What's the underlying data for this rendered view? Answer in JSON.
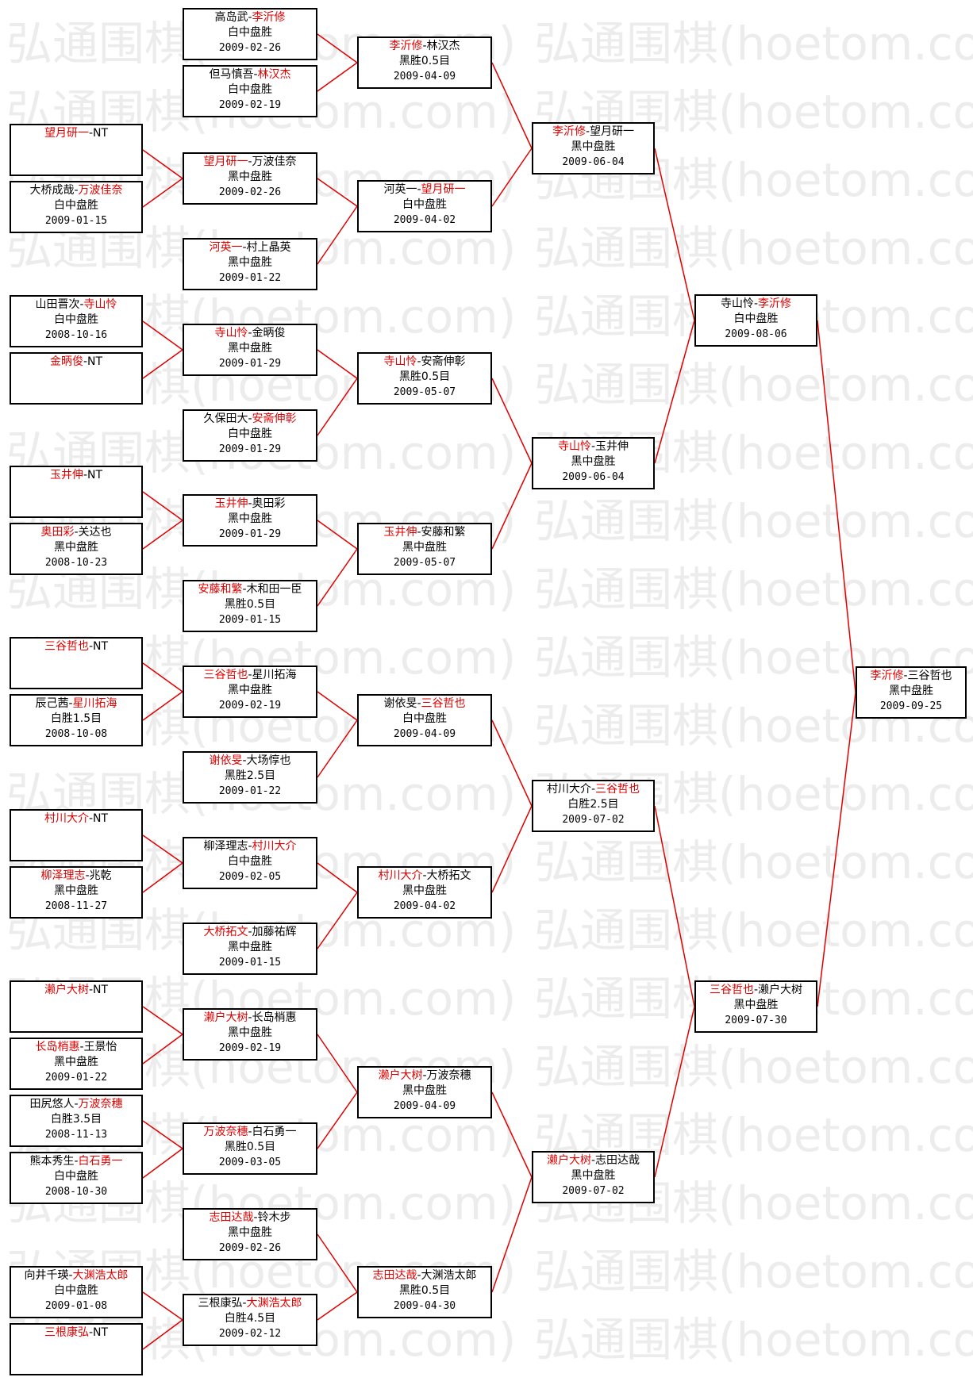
{
  "watermark": "弘通围棋(hoetom.com)",
  "colors": {
    "winner": "#e00000",
    "text": "#000000",
    "line": "#e00000",
    "border": "#000000"
  },
  "rounds": {
    "r1": [
      {
        "id": "a1",
        "p1": "望月研一",
        "p2": "NT",
        "winner": 1,
        "result": "",
        "date": ""
      },
      {
        "id": "a2",
        "p1": "大桥成哉",
        "p2": "万波佳奈",
        "winner": 2,
        "result": "白中盘胜",
        "date": "2009-01-15"
      },
      {
        "id": "a3",
        "p1": "山田晋次",
        "p2": "寺山怜",
        "winner": 2,
        "result": "白中盘胜",
        "date": "2008-10-16"
      },
      {
        "id": "a4",
        "p1": "金昞俊",
        "p2": "NT",
        "winner": 1,
        "result": "",
        "date": ""
      },
      {
        "id": "a5",
        "p1": "玉井伸",
        "p2": "NT",
        "winner": 1,
        "result": "",
        "date": ""
      },
      {
        "id": "a6",
        "p1": "奥田彩",
        "p2": "关达也",
        "winner": 1,
        "result": "黑中盘胜",
        "date": "2008-10-23"
      },
      {
        "id": "a7",
        "p1": "三谷哲也",
        "p2": "NT",
        "winner": 1,
        "result": "",
        "date": ""
      },
      {
        "id": "a8",
        "p1": "辰己茜",
        "p2": "星川拓海",
        "winner": 2,
        "result": "白胜1.5目",
        "date": "2008-10-08"
      },
      {
        "id": "a9",
        "p1": "村川大介",
        "p2": "NT",
        "winner": 1,
        "result": "",
        "date": ""
      },
      {
        "id": "a10",
        "p1": "柳泽理志",
        "p2": "兆乾",
        "winner": 1,
        "result": "黑中盘胜",
        "date": "2008-11-27"
      },
      {
        "id": "a11",
        "p1": "濑户大树",
        "p2": "NT",
        "winner": 1,
        "result": "",
        "date": ""
      },
      {
        "id": "a12",
        "p1": "长岛梢惠",
        "p2": "王景怡",
        "winner": 1,
        "result": "黑中盘胜",
        "date": "2009-01-22"
      },
      {
        "id": "a13",
        "p1": "田尻悠人",
        "p2": "万波奈穗",
        "winner": 2,
        "result": "白胜3.5目",
        "date": "2008-11-13"
      },
      {
        "id": "a14",
        "p1": "熊本秀生",
        "p2": "白石勇一",
        "winner": 2,
        "result": "白中盘胜",
        "date": "2008-10-30"
      },
      {
        "id": "a15",
        "p1": "向井千瑛",
        "p2": "大渊浩太郎",
        "winner": 2,
        "result": "白中盘胜",
        "date": "2009-01-08"
      },
      {
        "id": "a16",
        "p1": "三根康弘",
        "p2": "NT",
        "winner": 1,
        "result": "",
        "date": ""
      }
    ],
    "r2": [
      {
        "id": "b1",
        "p1": "高岛武",
        "p2": "李沂修",
        "winner": 2,
        "result": "白中盘胜",
        "date": "2009-02-26"
      },
      {
        "id": "b2",
        "p1": "但马慎吾",
        "p2": "林汉杰",
        "winner": 2,
        "result": "白中盘胜",
        "date": "2009-02-19"
      },
      {
        "id": "b3",
        "p1": "望月研一",
        "p2": "万波佳奈",
        "winner": 1,
        "result": "黑中盘胜",
        "date": "2009-02-26"
      },
      {
        "id": "b4",
        "p1": "河英一",
        "p2": "村上晶英",
        "winner": 1,
        "result": "黑中盘胜",
        "date": "2009-01-22"
      },
      {
        "id": "b5",
        "p1": "寺山怜",
        "p2": "金昞俊",
        "winner": 1,
        "result": "黑中盘胜",
        "date": "2009-01-29"
      },
      {
        "id": "b6",
        "p1": "久保田大",
        "p2": "安斋伸彰",
        "winner": 2,
        "result": "白中盘胜",
        "date": "2009-01-29"
      },
      {
        "id": "b7",
        "p1": "玉井伸",
        "p2": "奥田彩",
        "winner": 1,
        "result": "黑中盘胜",
        "date": "2009-01-29"
      },
      {
        "id": "b8",
        "p1": "安藤和繁",
        "p2": "木和田一臣",
        "winner": 1,
        "result": "黑胜0.5目",
        "date": "2009-01-15"
      },
      {
        "id": "b9",
        "p1": "三谷哲也",
        "p2": "星川拓海",
        "winner": 1,
        "result": "黑中盘胜",
        "date": "2009-02-19"
      },
      {
        "id": "b10",
        "p1": "谢依旻",
        "p2": "大场惇也",
        "winner": 1,
        "result": "黑胜2.5目",
        "date": "2009-01-22"
      },
      {
        "id": "b11",
        "p1": "柳泽理志",
        "p2": "村川大介",
        "winner": 2,
        "result": "白中盘胜",
        "date": "2009-02-05"
      },
      {
        "id": "b12",
        "p1": "大桥拓文",
        "p2": "加藤祐辉",
        "winner": 1,
        "result": "黑中盘胜",
        "date": "2009-01-15"
      },
      {
        "id": "b13",
        "p1": "濑户大树",
        "p2": "长岛梢惠",
        "winner": 1,
        "result": "黑中盘胜",
        "date": "2009-02-19"
      },
      {
        "id": "b14",
        "p1": "万波奈穗",
        "p2": "白石勇一",
        "winner": 1,
        "result": "黑胜0.5目",
        "date": "2009-03-05"
      },
      {
        "id": "b15",
        "p1": "志田达哉",
        "p2": "铃木步",
        "winner": 1,
        "result": "黑中盘胜",
        "date": "2009-02-26"
      },
      {
        "id": "b16",
        "p1": "三根康弘",
        "p2": "大渊浩太郎",
        "winner": 2,
        "result": "白胜4.5目",
        "date": "2009-02-12"
      }
    ],
    "r3": [
      {
        "id": "c1",
        "p1": "李沂修",
        "p2": "林汉杰",
        "winner": 1,
        "result": "黑胜0.5目",
        "date": "2009-04-09"
      },
      {
        "id": "c2",
        "p1": "河英一",
        "p2": "望月研一",
        "winner": 2,
        "result": "白中盘胜",
        "date": "2009-04-02"
      },
      {
        "id": "c3",
        "p1": "寺山怜",
        "p2": "安斋伸彰",
        "winner": 1,
        "result": "黑胜0.5目",
        "date": "2009-05-07"
      },
      {
        "id": "c4",
        "p1": "玉井伸",
        "p2": "安藤和繁",
        "winner": 1,
        "result": "黑中盘胜",
        "date": "2009-05-07"
      },
      {
        "id": "c5",
        "p1": "谢依旻",
        "p2": "三谷哲也",
        "winner": 2,
        "result": "白中盘胜",
        "date": "2009-04-09"
      },
      {
        "id": "c6",
        "p1": "村川大介",
        "p2": "大桥拓文",
        "winner": 1,
        "result": "黑中盘胜",
        "date": "2009-04-02"
      },
      {
        "id": "c7",
        "p1": "濑户大树",
        "p2": "万波奈穗",
        "winner": 1,
        "result": "黑中盘胜",
        "date": "2009-04-09"
      },
      {
        "id": "c8",
        "p1": "志田达哉",
        "p2": "大渊浩太郎",
        "winner": 1,
        "result": "黑胜0.5目",
        "date": "2009-04-30"
      }
    ],
    "r4": [
      {
        "id": "d1",
        "p1": "李沂修",
        "p2": "望月研一",
        "winner": 1,
        "result": "黑中盘胜",
        "date": "2009-06-04"
      },
      {
        "id": "d2",
        "p1": "寺山怜",
        "p2": "玉井伸",
        "winner": 1,
        "result": "黑中盘胜",
        "date": "2009-06-04"
      },
      {
        "id": "d3",
        "p1": "村川大介",
        "p2": "三谷哲也",
        "winner": 2,
        "result": "白胜2.5目",
        "date": "2009-07-02"
      },
      {
        "id": "d4",
        "p1": "濑户大树",
        "p2": "志田达哉",
        "winner": 1,
        "result": "黑中盘胜",
        "date": "2009-07-02"
      }
    ],
    "r5": [
      {
        "id": "e1",
        "p1": "寺山怜",
        "p2": "李沂修",
        "winner": 2,
        "result": "白中盘胜",
        "date": "2009-08-06"
      },
      {
        "id": "e2",
        "p1": "三谷哲也",
        "p2": "濑户大树",
        "winner": 1,
        "result": "黑中盘胜",
        "date": "2009-07-30"
      }
    ],
    "final": [
      {
        "id": "f1",
        "p1": "李沂修",
        "p2": "三谷哲也",
        "winner": 1,
        "result": "黑中盘胜",
        "date": "2009-09-25"
      }
    ]
  }
}
